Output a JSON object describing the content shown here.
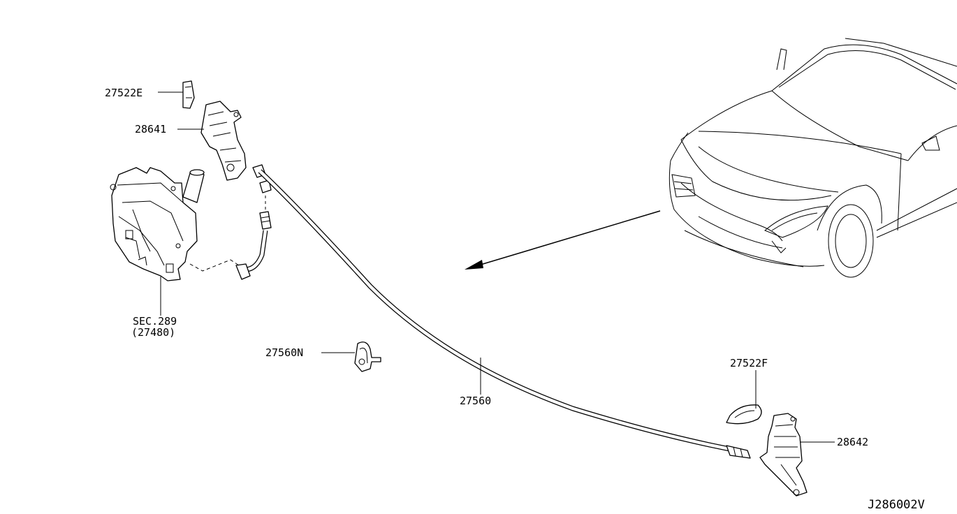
{
  "diagram": {
    "labels": {
      "clip_left": "27522E",
      "nozzle_left": "28641",
      "reservoir_sec": "SEC.289",
      "reservoir_part": "(27480)",
      "hose_clip": "27560N",
      "hose": "27560",
      "clip_right": "27522F",
      "nozzle_right": "28642",
      "diagram_code": "J286002V"
    }
  }
}
